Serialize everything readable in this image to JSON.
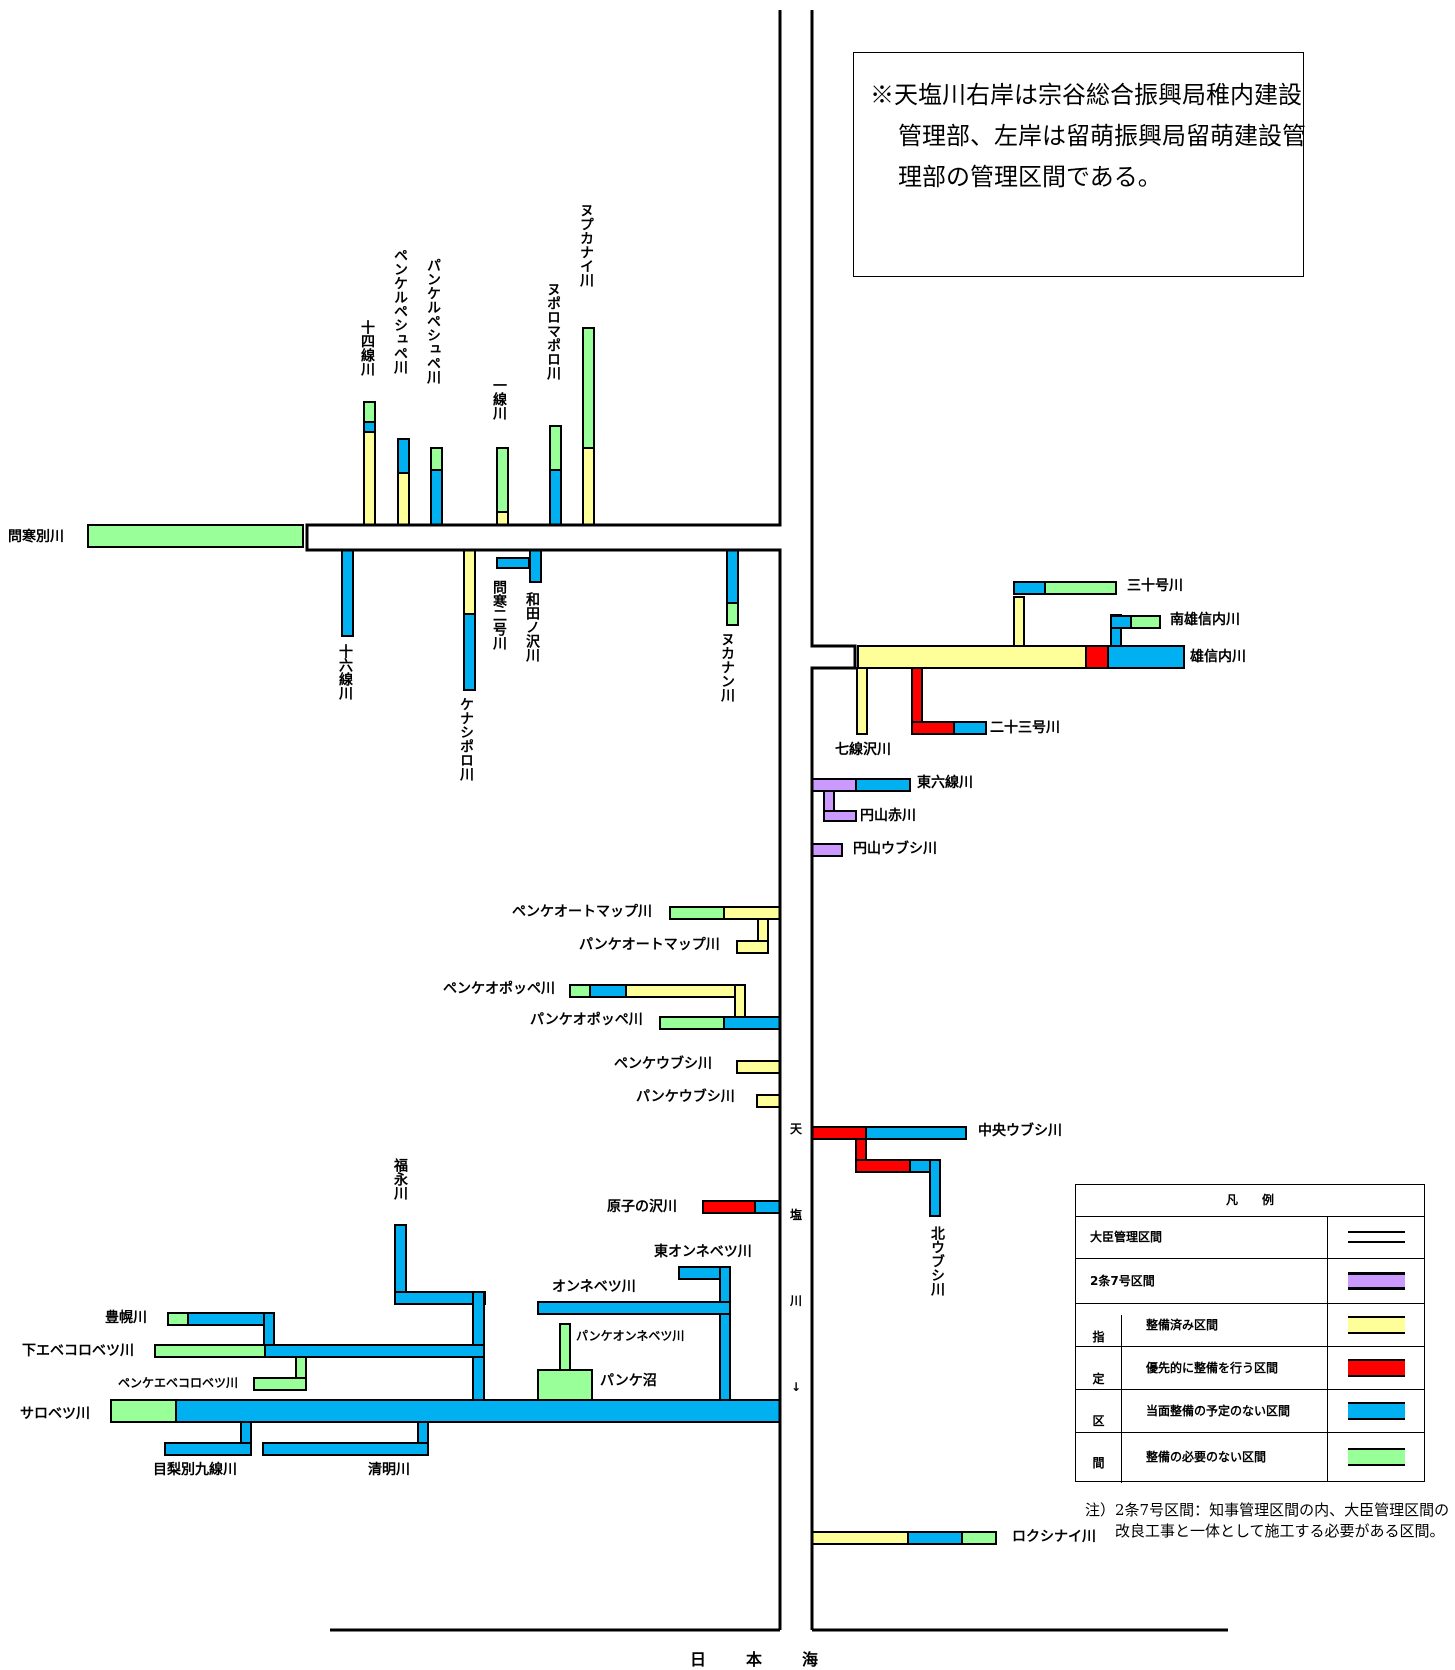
{
  "colors": {
    "yellow": "#ffff99",
    "red": "#ff0000",
    "blue": "#00b0f0",
    "green": "#99ff99",
    "purple": "#cc99ff",
    "black": "#000000"
  },
  "note": "※天塩川右岸は宗谷総合振興局稚内建設管理部、左岸は留萌振興局留萌建設管理部の管理区間である。",
  "main_river": {
    "c1": "天",
    "c2": "塩",
    "c3": "川",
    "c4": "↓"
  },
  "sea_label": "日本海",
  "rivers": {
    "toikanbetsu": "問寒別川",
    "jushisen": "十四線川",
    "penkerupeshupe": "ペンケルペシュペ川",
    "pankerupeshupe": "パンケルペシュペ川",
    "issen": "一線川",
    "nuporomaporo": "ヌポロマポロ川",
    "nupukanai": "ヌプカナイ川",
    "jurokusen": "十六線川",
    "kenashiporo": "ケナシポロ川",
    "toikanni": "問寒二号川",
    "wadanosawa": "和田ノ沢川",
    "nukanan": "ヌカナン川",
    "sanjugo": "三十号川",
    "minamiyuushinnai": "南雄信内川",
    "yuushinnai": "雄信内川",
    "nanasensawa": "七線沢川",
    "nijusango": "二十三号川",
    "higashirokusen": "東六線川",
    "maruyamaaka": "円山赤川",
    "maruyamaubushi": "円山ウブシ川",
    "penkeotomappu": "ペンケオートマップ川",
    "pankeotomappu": "パンケオートマップ川",
    "penkeopoppe": "ペンケオポッペ川",
    "pankeopoppe": "パンケオポッペ川",
    "penkeubushi": "ペンケウブシ川",
    "pankeubushi": "パンケウブシ川",
    "chuoubushi": "中央ウブシ川",
    "kitaubushi": "北ウブシ川",
    "harakonosawa": "原子の沢川",
    "fukunaga": "福永川",
    "higashionnebetsu": "東オンネベツ川",
    "onnebetsu": "オンネベツ川",
    "pankeonnebetsu": "パンケオンネベツ川",
    "toyohoro": "豊幌川",
    "shimoebekorobetsu": "下エベコロベツ川",
    "penkeebekorobetsu": "ペンケエベコロベツ川",
    "sarobetsu": "サロベツ川",
    "pankenuma": "パンケ沼",
    "menashibetsu": "目梨別九線川",
    "seimei": "清明川",
    "rokushinai": "ロクシナイ川"
  },
  "legend": {
    "title": "凡　　例",
    "minister": "大臣管理区間",
    "art27": "2条7号区間",
    "designated_label": [
      "指",
      "定",
      "区",
      "間"
    ],
    "improved": "整備済み区間",
    "priority": "優先的に整備を行う区間",
    "no_plan": "当面整備の予定のない区間",
    "no_need": "整備の必要のない区間"
  },
  "footnote": "注）2条7号区間：知事管理区間の内、大臣管理区間の改良工事と一体として施工する必要がある区間。"
}
